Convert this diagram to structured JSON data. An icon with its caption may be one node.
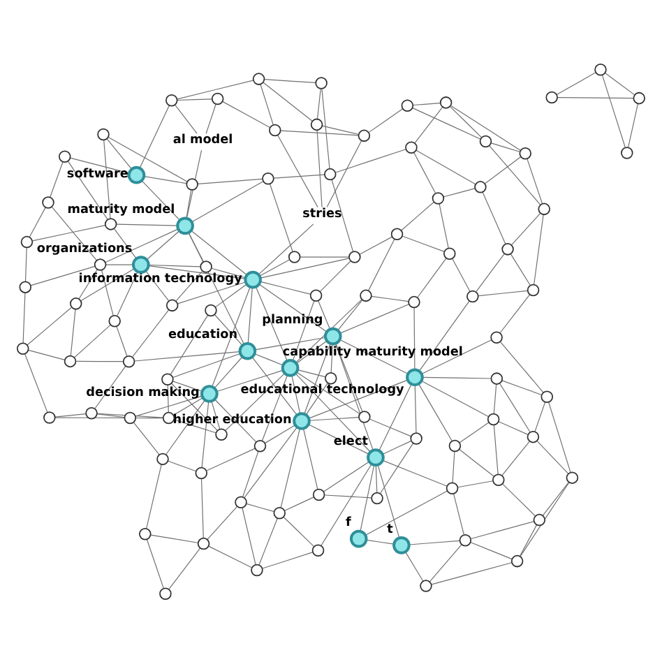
{
  "diagram": {
    "nodes": [
      {
        "text": [],
        "shape": "circle"
      },
      {
        "text": [],
        "shape": "circle"
      },
      {
        "text": [],
        "shape": "circle"
      },
      {
        "text": [],
        "shape": "circle"
      },
      {
        "text": [],
        "shape": "circle"
      },
      {
        "text": [],
        "shape": "circle"
      },
      {
        "text": [],
        "shape": "circle"
      },
      {
        "text": [],
        "shape": "circle"
      },
      {
        "text": [],
        "shape": "circle"
      },
      {
        "text": [],
        "shape": "circle"
      },
      {
        "text": [],
        "shape": "circle"
      },
      {
        "text": [],
        "shape": "circle",
        "beside": [
          "t"
        ]
      },
      {
        "text": [],
        "shape": "circle"
      },
      {
        "text": [],
        "shape": "circle"
      },
      {
        "text": [],
        "shape": "circle"
      },
      {
        "text": [],
        "shape": "circle",
        "beside": [
          "f"
        ]
      },
      {
        "text": [],
        "shape": "circle"
      },
      {
        "text": [],
        "shape": "circle"
      },
      {
        "text": [],
        "shape": "circle"
      },
      {
        "text": [],
        "shape": "circle"
      },
      {
        "text": [],
        "shape": "circle"
      },
      {
        "text": [],
        "shape": "circle"
      },
      {
        "text": [],
        "shape": "circle"
      },
      {
        "text": [],
        "shape": "circle"
      },
      {
        "text": [],
        "shape": "circle"
      },
      {
        "text": [],
        "shape": "circle"
      },
      {
        "text": [],
        "shape": "circle"
      },
      {
        "text": [],
        "shape": "circle"
      },
      {
        "text": [],
        "shape": "circle",
        "beside": [
          "educational technology"
        ]
      },
      {
        "text": [],
        "shape": "circle",
        "beside": [
          "elect"
        ]
      },
      {
        "text": [],
        "shape": "circle"
      },
      {
        "text": [],
        "shape": "circle"
      },
      {
        "text": [],
        "shape": "circle"
      },
      {
        "text": [],
        "shape": "circle"
      },
      {
        "text": [],
        "shape": "circle"
      },
      {
        "text": [],
        "shape": "circle"
      },
      {
        "text": [],
        "shape": "circle"
      },
      {
        "text": [],
        "shape": "circle"
      },
      {
        "text": [
          "stries"
        ]
      },
      {
        "text": [],
        "shape": "circle"
      },
      {
        "text": [],
        "shape": "circle"
      },
      {
        "text": [],
        "shape": "circle"
      },
      {
        "text": [],
        "shape": "circle"
      },
      {
        "text": [],
        "shape": "circle"
      },
      {
        "text": [
          "al model"
        ]
      },
      {
        "text": [],
        "shape": "circle"
      },
      {
        "text": [],
        "shape": "circle"
      },
      {
        "text": [],
        "shape": "circle"
      },
      {
        "text": [],
        "shape": "circle"
      },
      {
        "text": [],
        "shape": "circle"
      },
      {
        "text": [],
        "shape": "circle"
      },
      {
        "text": [],
        "shape": "circle",
        "beside": [
          "planning"
        ]
      },
      {
        "text": [],
        "shape": "circle"
      },
      {
        "text": [],
        "shape": "circle",
        "beside": [
          "higher education"
        ]
      },
      {
        "text": [],
        "shape": "circle"
      },
      {
        "text": [],
        "shape": "circle"
      },
      {
        "text": [],
        "shape": "circle"
      },
      {
        "text": [],
        "shape": "circle"
      },
      {
        "text": [],
        "shape": "circle"
      },
      {
        "text": [],
        "shape": "circle",
        "beside": [
          "software"
        ]
      },
      {
        "text": [],
        "shape": "circle"
      },
      {
        "text": [],
        "shape": "circle"
      },
      {
        "text": [],
        "shape": "circle",
        "beside": [
          "capability maturity model"
        ]
      },
      {
        "text": [],
        "shape": "circle",
        "beside": [
          "maturity model"
        ]
      },
      {
        "text": [],
        "shape": "circle",
        "beside": [
          "information technology"
        ]
      },
      {
        "text": [],
        "shape": "circle",
        "beside": [
          "education"
        ]
      },
      {
        "text": [],
        "shape": "circle"
      },
      {
        "text": [],
        "shape": "circle"
      },
      {
        "text": [],
        "shape": "circle"
      },
      {
        "text": [],
        "shape": "circle"
      },
      {
        "text": [],
        "shape": "circle"
      },
      {
        "text": [],
        "shape": "circle"
      },
      {
        "text": [],
        "shape": "circle"
      },
      {
        "text": [],
        "shape": "circle",
        "beside": [
          "organizations"
        ]
      },
      {
        "text": [],
        "shape": "circle"
      },
      {
        "text": [],
        "shape": "circle"
      },
      {
        "text": [],
        "shape": "circle"
      },
      {
        "text": [],
        "shape": "circle",
        "beside": [
          "decision making"
        ]
      },
      {
        "text": [],
        "shape": "circle"
      },
      {
        "text": [],
        "shape": "circle"
      },
      {
        "text": [],
        "shape": "circle"
      },
      {
        "text": [],
        "shape": "circle"
      },
      {
        "text": [],
        "shape": "circle"
      },
      {
        "text": [],
        "shape": "circle"
      },
      {
        "text": [],
        "shape": "circle"
      },
      {
        "text": [],
        "shape": "circle"
      },
      {
        "text": [],
        "shape": "circle"
      },
      {
        "text": [],
        "shape": "circle"
      },
      {
        "text": [],
        "shape": "circle"
      },
      {
        "text": [],
        "shape": "circle"
      },
      {
        "text": [],
        "shape": "circle"
      },
      {
        "text": [],
        "shape": "circle"
      },
      {
        "text": [],
        "shape": "circle"
      },
      {
        "text": [],
        "shape": "circle"
      },
      {
        "text": [],
        "shape": "circle"
      },
      {
        "text": [],
        "shape": "circle"
      }
    ],
    "edges": [
      {
        "from": 0,
        "to": 1,
        "arrow": "none"
      },
      {
        "from": 0,
        "to": 3,
        "arrow": "none"
      },
      {
        "from": 1,
        "to": 3,
        "arrow": "none"
      },
      {
        "from": 1,
        "to": 2,
        "arrow": "none"
      },
      {
        "from": 3,
        "to": 2,
        "arrow": "none"
      },
      {
        "from": 4,
        "to": 5,
        "arrow": "none"
      },
      {
        "from": 4,
        "to": 8,
        "arrow": "none"
      },
      {
        "from": 4,
        "to": 9,
        "arrow": "none"
      },
      {
        "from": 5,
        "to": 6,
        "arrow": "none"
      },
      {
        "from": 5,
        "to": 9,
        "arrow": "none"
      },
      {
        "from": 5,
        "to": 10,
        "arrow": "none"
      },
      {
        "from": 6,
        "to": 7,
        "arrow": "none"
      },
      {
        "from": 6,
        "to": 10,
        "arrow": "none"
      },
      {
        "from": 6,
        "to": 14,
        "arrow": "none"
      },
      {
        "from": 7,
        "to": 11,
        "arrow": "none"
      },
      {
        "from": 7,
        "to": 14,
        "arrow": "none"
      },
      {
        "from": 8,
        "to": 12,
        "arrow": "none"
      },
      {
        "from": 8,
        "to": 9,
        "arrow": "none"
      },
      {
        "from": 9,
        "to": 13,
        "arrow": "none"
      },
      {
        "from": 9,
        "to": 12,
        "arrow": "none"
      },
      {
        "from": 10,
        "to": 13,
        "arrow": "none"
      },
      {
        "from": 10,
        "to": 14,
        "arrow": "none"
      },
      {
        "from": 11,
        "to": 14,
        "arrow": "none"
      },
      {
        "from": 11,
        "to": 15,
        "arrow": "none"
      },
      {
        "from": 12,
        "to": 13,
        "arrow": "none"
      },
      {
        "from": 12,
        "to": 16,
        "arrow": "none"
      },
      {
        "from": 13,
        "to": 16,
        "arrow": "none"
      },
      {
        "from": 13,
        "to": 17,
        "arrow": "none"
      },
      {
        "from": 14,
        "to": 17,
        "arrow": "none"
      },
      {
        "from": 15,
        "to": 17,
        "arrow": "none"
      },
      {
        "from": 15,
        "to": 29,
        "arrow": "none"
      },
      {
        "from": 16,
        "to": 17,
        "arrow": "none"
      },
      {
        "from": 16,
        "to": 28,
        "arrow": "none"
      },
      {
        "from": 11,
        "to": 29,
        "arrow": "none"
      },
      {
        "from": 17,
        "to": 29,
        "arrow": "none"
      },
      {
        "from": 12,
        "to": 28,
        "arrow": "none"
      },
      {
        "from": 8,
        "to": 28,
        "arrow": "none"
      },
      {
        "from": 4,
        "to": 20,
        "arrow": "none"
      },
      {
        "from": 18,
        "to": 19,
        "arrow": "none"
      },
      {
        "from": 18,
        "to": 21,
        "arrow": "none"
      },
      {
        "from": 18,
        "to": 22,
        "arrow": "none"
      },
      {
        "from": 18,
        "to": 23,
        "arrow": "none"
      },
      {
        "from": 19,
        "to": 22,
        "arrow": "none"
      },
      {
        "from": 19,
        "to": 20,
        "arrow": "none"
      },
      {
        "from": 19,
        "to": 27,
        "arrow": "none"
      },
      {
        "from": 20,
        "to": 28,
        "arrow": "none"
      },
      {
        "from": 21,
        "to": 24,
        "arrow": "none"
      },
      {
        "from": 21,
        "to": 25,
        "arrow": "none"
      },
      {
        "from": 21,
        "to": 23,
        "arrow": "none"
      },
      {
        "from": 22,
        "to": 26,
        "arrow": "none"
      },
      {
        "from": 22,
        "to": 27,
        "arrow": "none"
      },
      {
        "from": 23,
        "to": 25,
        "arrow": "none"
      },
      {
        "from": 23,
        "to": 26,
        "arrow": "none"
      },
      {
        "from": 24,
        "to": 25,
        "arrow": "none"
      },
      {
        "from": 24,
        "to": 39,
        "arrow": "none"
      },
      {
        "from": 25,
        "to": 30,
        "arrow": "none"
      },
      {
        "from": 26,
        "to": 31,
        "arrow": "none"
      },
      {
        "from": 26,
        "to": 30,
        "arrow": "none"
      },
      {
        "from": 27,
        "to": 28,
        "arrow": "none"
      },
      {
        "from": 27,
        "to": 32,
        "arrow": "none"
      },
      {
        "from": 28,
        "to": 29,
        "arrow": "none"
      },
      {
        "from": 28,
        "to": 33,
        "arrow": "none"
      },
      {
        "from": 28,
        "to": 34,
        "arrow": "none"
      },
      {
        "from": 28,
        "to": 51,
        "arrow": "none"
      },
      {
        "from": 28,
        "to": 53,
        "arrow": "none"
      },
      {
        "from": 29,
        "to": 34,
        "arrow": "none"
      },
      {
        "from": 29,
        "to": 35,
        "arrow": "none"
      },
      {
        "from": 29,
        "to": 49,
        "arrow": "none"
      },
      {
        "from": 29,
        "to": 50,
        "arrow": "none"
      },
      {
        "from": 29,
        "to": 53,
        "arrow": "none"
      },
      {
        "from": 29,
        "to": 51,
        "arrow": "none"
      },
      {
        "from": 29,
        "to": 62,
        "arrow": "none"
      },
      {
        "from": 30,
        "to": 31,
        "arrow": "none"
      },
      {
        "from": 30,
        "to": 47,
        "arrow": "none"
      },
      {
        "from": 31,
        "to": 32,
        "arrow": "none"
      },
      {
        "from": 31,
        "to": 36,
        "arrow": "none"
      },
      {
        "from": 32,
        "to": 33,
        "arrow": "none"
      },
      {
        "from": 32,
        "to": 36,
        "arrow": "none"
      },
      {
        "from": 33,
        "to": 37,
        "arrow": "none"
      },
      {
        "from": 33,
        "to": 51,
        "arrow": "none"
      },
      {
        "from": 34,
        "to": 35,
        "arrow": "none"
      },
      {
        "from": 34,
        "to": 48,
        "arrow": "none"
      },
      {
        "from": 35,
        "to": 49,
        "arrow": "none"
      },
      {
        "from": 36,
        "to": 37,
        "arrow": "none"
      },
      {
        "from": 36,
        "to": 55,
        "arrow": "none"
      },
      {
        "from": 37,
        "to": 51,
        "arrow": "none"
      },
      {
        "from": 37,
        "to": 62,
        "arrow": "none"
      },
      {
        "from": 38,
        "to": 39,
        "arrow": "none"
      },
      {
        "from": 38,
        "to": 40,
        "arrow": "none"
      },
      {
        "from": 38,
        "to": 42,
        "arrow": "none"
      },
      {
        "from": 38,
        "to": 64,
        "arrow": "none"
      },
      {
        "from": 39,
        "to": 40,
        "arrow": "none"
      },
      {
        "from": 39,
        "to": 42,
        "arrow": "none"
      },
      {
        "from": 40,
        "to": 41,
        "arrow": "none"
      },
      {
        "from": 40,
        "to": 43,
        "arrow": "none"
      },
      {
        "from": 41,
        "to": 47,
        "arrow": "none"
      },
      {
        "from": 41,
        "to": 43,
        "arrow": "none"
      },
      {
        "from": 42,
        "to": 45,
        "arrow": "none"
      },
      {
        "from": 42,
        "to": 43,
        "arrow": "none"
      },
      {
        "from": 43,
        "to": 46,
        "arrow": "none"
      },
      {
        "from": 44,
        "to": 45,
        "arrow": "none"
      },
      {
        "from": 44,
        "to": 46,
        "arrow": "none"
      },
      {
        "from": 44,
        "to": 63,
        "arrow": "none"
      },
      {
        "from": 45,
        "to": 46,
        "arrow": "none"
      },
      {
        "from": 47,
        "to": 55,
        "arrow": "none"
      },
      {
        "from": 47,
        "to": 58,
        "arrow": "none"
      },
      {
        "from": 48,
        "to": 51,
        "arrow": "none"
      },
      {
        "from": 48,
        "to": 62,
        "arrow": "none"
      },
      {
        "from": 48,
        "to": 53,
        "arrow": "none"
      },
      {
        "from": 49,
        "to": 53,
        "arrow": "none"
      },
      {
        "from": 49,
        "to": 54,
        "arrow": "none"
      },
      {
        "from": 50,
        "to": 54,
        "arrow": "none"
      },
      {
        "from": 50,
        "to": 70,
        "arrow": "none"
      },
      {
        "from": 51,
        "to": 52,
        "arrow": "none"
      },
      {
        "from": 51,
        "to": 53,
        "arrow": "none"
      },
      {
        "from": 51,
        "to": 62,
        "arrow": "none"
      },
      {
        "from": 51,
        "to": 64,
        "arrow": "none"
      },
      {
        "from": 51,
        "to": 65,
        "arrow": "none"
      },
      {
        "from": 51,
        "to": 56,
        "arrow": "none"
      },
      {
        "from": 52,
        "to": 53,
        "arrow": "none"
      },
      {
        "from": 52,
        "to": 62,
        "arrow": "none"
      },
      {
        "from": 53,
        "to": 54,
        "arrow": "none"
      },
      {
        "from": 53,
        "to": 62,
        "arrow": "none"
      },
      {
        "from": 53,
        "to": 68,
        "arrow": "none"
      },
      {
        "from": 53,
        "to": 69,
        "arrow": "none"
      },
      {
        "from": 53,
        "to": 65,
        "arrow": "none"
      },
      {
        "from": 54,
        "to": 69,
        "arrow": "none"
      },
      {
        "from": 54,
        "to": 70,
        "arrow": "none"
      },
      {
        "from": 55,
        "to": 56,
        "arrow": "none"
      },
      {
        "from": 55,
        "to": 57,
        "arrow": "none"
      },
      {
        "from": 55,
        "to": 64,
        "arrow": "none"
      },
      {
        "from": 56,
        "to": 62,
        "arrow": "none"
      },
      {
        "from": 56,
        "to": 64,
        "arrow": "none"
      },
      {
        "from": 57,
        "to": 58,
        "arrow": "none"
      },
      {
        "from": 57,
        "to": 64,
        "arrow": "none"
      },
      {
        "from": 58,
        "to": 63,
        "arrow": "none"
      },
      {
        "from": 58,
        "to": 61,
        "arrow": "none"
      },
      {
        "from": 59,
        "to": 60,
        "arrow": "none"
      },
      {
        "from": 59,
        "to": 61,
        "arrow": "none"
      },
      {
        "from": 59,
        "to": 63,
        "arrow": "none"
      },
      {
        "from": 59,
        "to": 71,
        "arrow": "none"
      },
      {
        "from": 59,
        "to": 46,
        "arrow": "none"
      },
      {
        "from": 60,
        "to": 61,
        "arrow": "none"
      },
      {
        "from": 60,
        "to": 72,
        "arrow": "none"
      },
      {
        "from": 61,
        "to": 63,
        "arrow": "none"
      },
      {
        "from": 62,
        "to": 64,
        "arrow": "none"
      },
      {
        "from": 62,
        "to": 65,
        "arrow": "none"
      },
      {
        "from": 62,
        "to": 68,
        "arrow": "none"
      },
      {
        "from": 62,
        "to": 74,
        "arrow": "none"
      },
      {
        "from": 62,
        "to": 77,
        "arrow": "none"
      },
      {
        "from": 63,
        "to": 64,
        "arrow": "none"
      },
      {
        "from": 63,
        "to": 65,
        "arrow": "none"
      },
      {
        "from": 63,
        "to": 66,
        "arrow": "none"
      },
      {
        "from": 63,
        "to": 72,
        "arrow": "none"
      },
      {
        "from": 63,
        "to": 73,
        "arrow": "none"
      },
      {
        "from": 63,
        "to": 80,
        "arrow": "none"
      },
      {
        "from": 64,
        "to": 65,
        "arrow": "none"
      },
      {
        "from": 64,
        "to": 66,
        "arrow": "none"
      },
      {
        "from": 64,
        "to": 67,
        "arrow": "none"
      },
      {
        "from": 64,
        "to": 73,
        "arrow": "none"
      },
      {
        "from": 64,
        "to": 77,
        "arrow": "none"
      },
      {
        "from": 64,
        "to": 75,
        "arrow": "none"
      },
      {
        "from": 65,
        "to": 67,
        "arrow": "none"
      },
      {
        "from": 65,
        "to": 77,
        "arrow": "none"
      },
      {
        "from": 65,
        "to": 76,
        "arrow": "none"
      },
      {
        "from": 65,
        "to": 82,
        "arrow": "none"
      },
      {
        "from": 66,
        "to": 73,
        "arrow": "none"
      },
      {
        "from": 66,
        "to": 75,
        "arrow": "none"
      },
      {
        "from": 67,
        "to": 76,
        "arrow": "none"
      },
      {
        "from": 68,
        "to": 69,
        "arrow": "none"
      },
      {
        "from": 68,
        "to": 77,
        "arrow": "none"
      },
      {
        "from": 68,
        "to": 78,
        "arrow": "none"
      },
      {
        "from": 69,
        "to": 70,
        "arrow": "none"
      },
      {
        "from": 69,
        "to": 85,
        "arrow": "none"
      },
      {
        "from": 70,
        "to": 85,
        "arrow": "none"
      },
      {
        "from": 71,
        "to": 72,
        "arrow": "none"
      },
      {
        "from": 71,
        "to": 79,
        "arrow": "none"
      },
      {
        "from": 72,
        "to": 73,
        "arrow": "none"
      },
      {
        "from": 72,
        "to": 86,
        "arrow": "none"
      },
      {
        "from": 73,
        "to": 80,
        "arrow": "none"
      },
      {
        "from": 73,
        "to": 81,
        "arrow": "none"
      },
      {
        "from": 73,
        "to": 87,
        "arrow": "none"
      },
      {
        "from": 73,
        "to": 75,
        "arrow": "none"
      },
      {
        "from": 74,
        "to": 77,
        "arrow": "none"
      },
      {
        "from": 74,
        "to": 76,
        "arrow": "none"
      },
      {
        "from": 74,
        "to": 83,
        "arrow": "none"
      },
      {
        "from": 75,
        "to": 82,
        "arrow": "none"
      },
      {
        "from": 76,
        "to": 77,
        "arrow": "none"
      },
      {
        "from": 76,
        "to": 83,
        "arrow": "none"
      },
      {
        "from": 77,
        "to": 78,
        "arrow": "none"
      },
      {
        "from": 77,
        "to": 84,
        "arrow": "none"
      },
      {
        "from": 77,
        "to": 83,
        "arrow": "none"
      },
      {
        "from": 77,
        "to": 90,
        "arrow": "none"
      },
      {
        "from": 78,
        "to": 84,
        "arrow": "none"
      },
      {
        "from": 78,
        "to": 85,
        "arrow": "none"
      },
      {
        "from": 79,
        "to": 80,
        "arrow": "none"
      },
      {
        "from": 79,
        "to": 86,
        "arrow": "none"
      },
      {
        "from": 80,
        "to": 81,
        "arrow": "none"
      },
      {
        "from": 80,
        "to": 87,
        "arrow": "none"
      },
      {
        "from": 80,
        "to": 93,
        "arrow": "none"
      },
      {
        "from": 81,
        "to": 82,
        "arrow": "none"
      },
      {
        "from": 81,
        "to": 88,
        "arrow": "none"
      },
      {
        "from": 82,
        "to": 89,
        "arrow": "none"
      },
      {
        "from": 82,
        "to": 88,
        "arrow": "none"
      },
      {
        "from": 83,
        "to": 89,
        "arrow": "none"
      },
      {
        "from": 83,
        "to": 90,
        "arrow": "none"
      },
      {
        "from": 84,
        "to": 91,
        "arrow": "none"
      },
      {
        "from": 84,
        "to": 90,
        "arrow": "none"
      },
      {
        "from": 85,
        "to": 91,
        "arrow": "none"
      },
      {
        "from": 85,
        "to": 92,
        "arrow": "none"
      },
      {
        "from": 86,
        "to": 93,
        "arrow": "none"
      },
      {
        "from": 87,
        "to": 94,
        "arrow": "none"
      },
      {
        "from": 87,
        "to": 88,
        "arrow": "none"
      },
      {
        "from": 88,
        "to": 94,
        "arrow": "none"
      },
      {
        "from": 89,
        "to": 95,
        "arrow": "none"
      },
      {
        "from": 90,
        "to": 95,
        "arrow": "none"
      },
      {
        "from": 91,
        "to": 92,
        "arrow": "none"
      },
      {
        "from": 89,
        "to": 90,
        "arrow": "none"
      },
      {
        "from": 93,
        "to": 94,
        "arrow": "none"
      },
      {
        "from": 94,
        "to": 95,
        "arrow": "none"
      }
    ]
  }
}
